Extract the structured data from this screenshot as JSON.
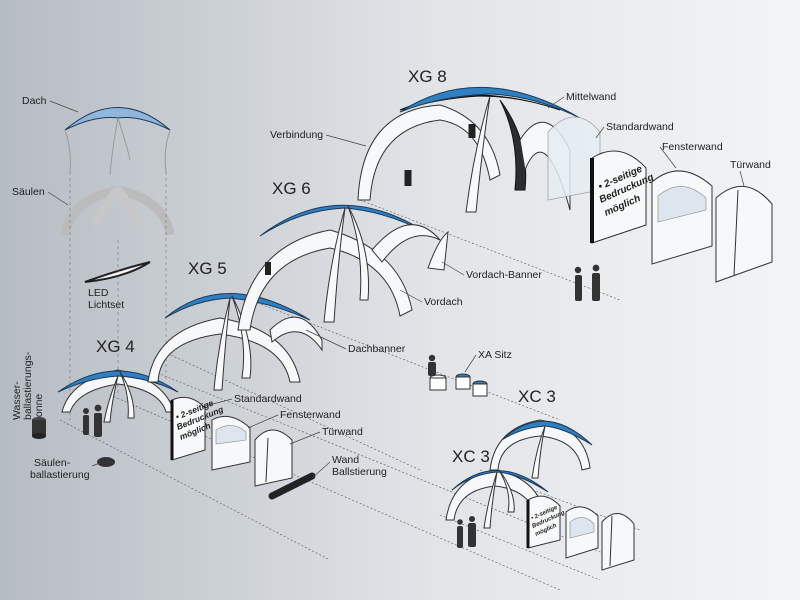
{
  "colors": {
    "roof_blue": "#2f7fc1",
    "accent_dark": "#2a2d31",
    "panel_white": "#f7f8f9"
  },
  "labels": {
    "dach": "Dach",
    "saeulen": "Säulen",
    "led_line1": "LED",
    "led_line2": "Lichtset",
    "wasser_line1": "Wasser-",
    "wasser_line2": "ballastierungs-",
    "wasser_line3": "tonne",
    "saeulen_ballast_line1": "Säulen-",
    "saeulen_ballast_line2": "ballastierung",
    "verbindung": "Verbindung",
    "mittelwand": "Mittelwand",
    "standardwand_xg8": "Standardwand",
    "fensterwand_xg8": "Fensterwand",
    "tuerwand_xg8": "Türwand",
    "vordach_banner": "Vordach-Banner",
    "vordach": "Vordach",
    "dachbanner": "Dachbanner",
    "xa_sitz": "XA Sitz",
    "standardwand_xg4": "Standardwand",
    "fensterwand_xg4": "Fensterwand",
    "tuerwand_xg4": "Türwand",
    "wand_line1": "Wand",
    "wand_line2": "Ballstierung"
  },
  "models": {
    "xg8": "XG 8",
    "xg6": "XG 6",
    "xg5": "XG 5",
    "xg4": "XG 4",
    "xc3_back": "XC 3",
    "xc3_front": "XC 3"
  },
  "badge_large": {
    "line1": "• 2-seitige",
    "line2": "Bedruckung",
    "line3": "möglich"
  },
  "badge_small": {
    "line1": "• 2-seitige",
    "line2": "Bedruckung",
    "line3": "möglich"
  },
  "badge_xc": {
    "line1": "• 2-seitige",
    "line2": "Bedruckung",
    "line3": "möglich"
  }
}
